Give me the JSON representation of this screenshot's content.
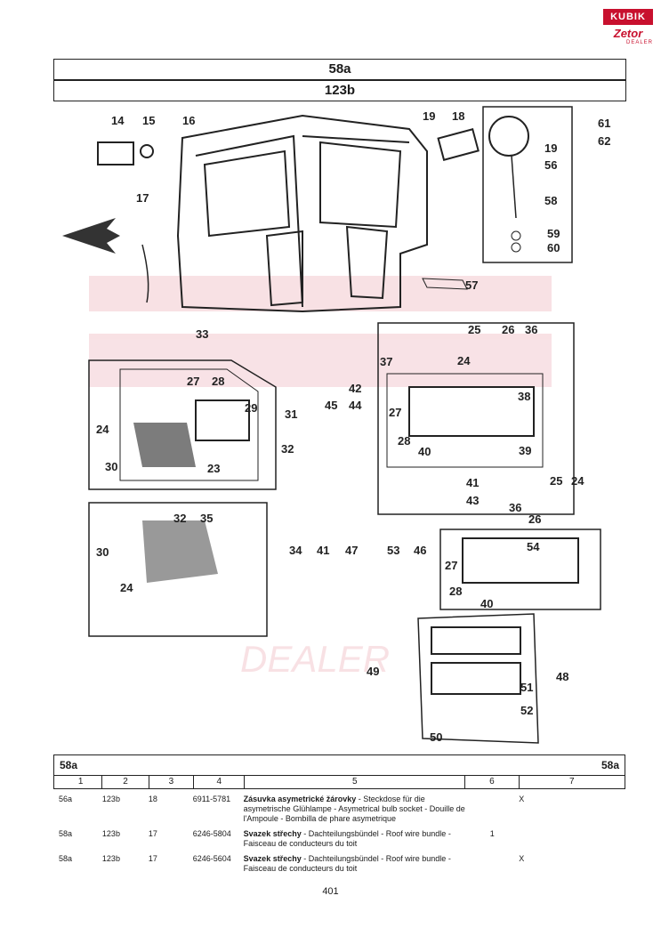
{
  "logo": {
    "brand": "KUBIK",
    "sub": "Zetor",
    "dealer": "DEALER"
  },
  "header": {
    "title1": "58a",
    "title2": "123b"
  },
  "diagram": {
    "callouts": [
      "14",
      "15",
      "16",
      "17",
      "19",
      "18",
      "61",
      "19",
      "62",
      "56",
      "58",
      "59",
      "60",
      "57",
      "33",
      "27",
      "28",
      "29",
      "31",
      "24",
      "30",
      "23",
      "32",
      "45",
      "44",
      "42",
      "37",
      "38",
      "27",
      "28",
      "40",
      "39",
      "25",
      "26",
      "36",
      "24",
      "41",
      "43",
      "36",
      "26",
      "25",
      "24",
      "32",
      "35",
      "34",
      "30",
      "24",
      "41",
      "47",
      "53",
      "46",
      "54",
      "27",
      "28",
      "40",
      "49",
      "48",
      "51",
      "52",
      "50"
    ],
    "watermark": "DEALER"
  },
  "table": {
    "section_left": "58a",
    "section_right": "58a",
    "columns": [
      "1",
      "2",
      "3",
      "4",
      "5",
      "6",
      "7"
    ],
    "rows": [
      {
        "c1": "56a",
        "c2": "123b",
        "c3": "18",
        "c4": "6911-5781",
        "c5a": "Zásuvka asymetrické žárovky",
        "c5b": " - Steckdose für die asymetrische Glühlampe - Asymetrical bulb socket - Douille de l'Ampoule - Bombilla de phare asymetrique",
        "c6": "",
        "c7": "X"
      },
      {
        "c1": "58a",
        "c2": "123b",
        "c3": "17",
        "c4": "6246-5804",
        "c5a": "Svazek střechy",
        "c5b": " - Dachteilungsbündel - Roof wire bundle - Faisceau de conducteurs du toit",
        "c6": "1",
        "c7": ""
      },
      {
        "c1": "58a",
        "c2": "123b",
        "c3": "17",
        "c4": "6246-5604",
        "c5a": "Svazek střechy",
        "c5b": " - Dachteilungsbündel - Roof wire bundle - Faisceau de conducteurs du toit",
        "c6": "",
        "c7": "X"
      }
    ]
  },
  "page": {
    "number": "401"
  }
}
